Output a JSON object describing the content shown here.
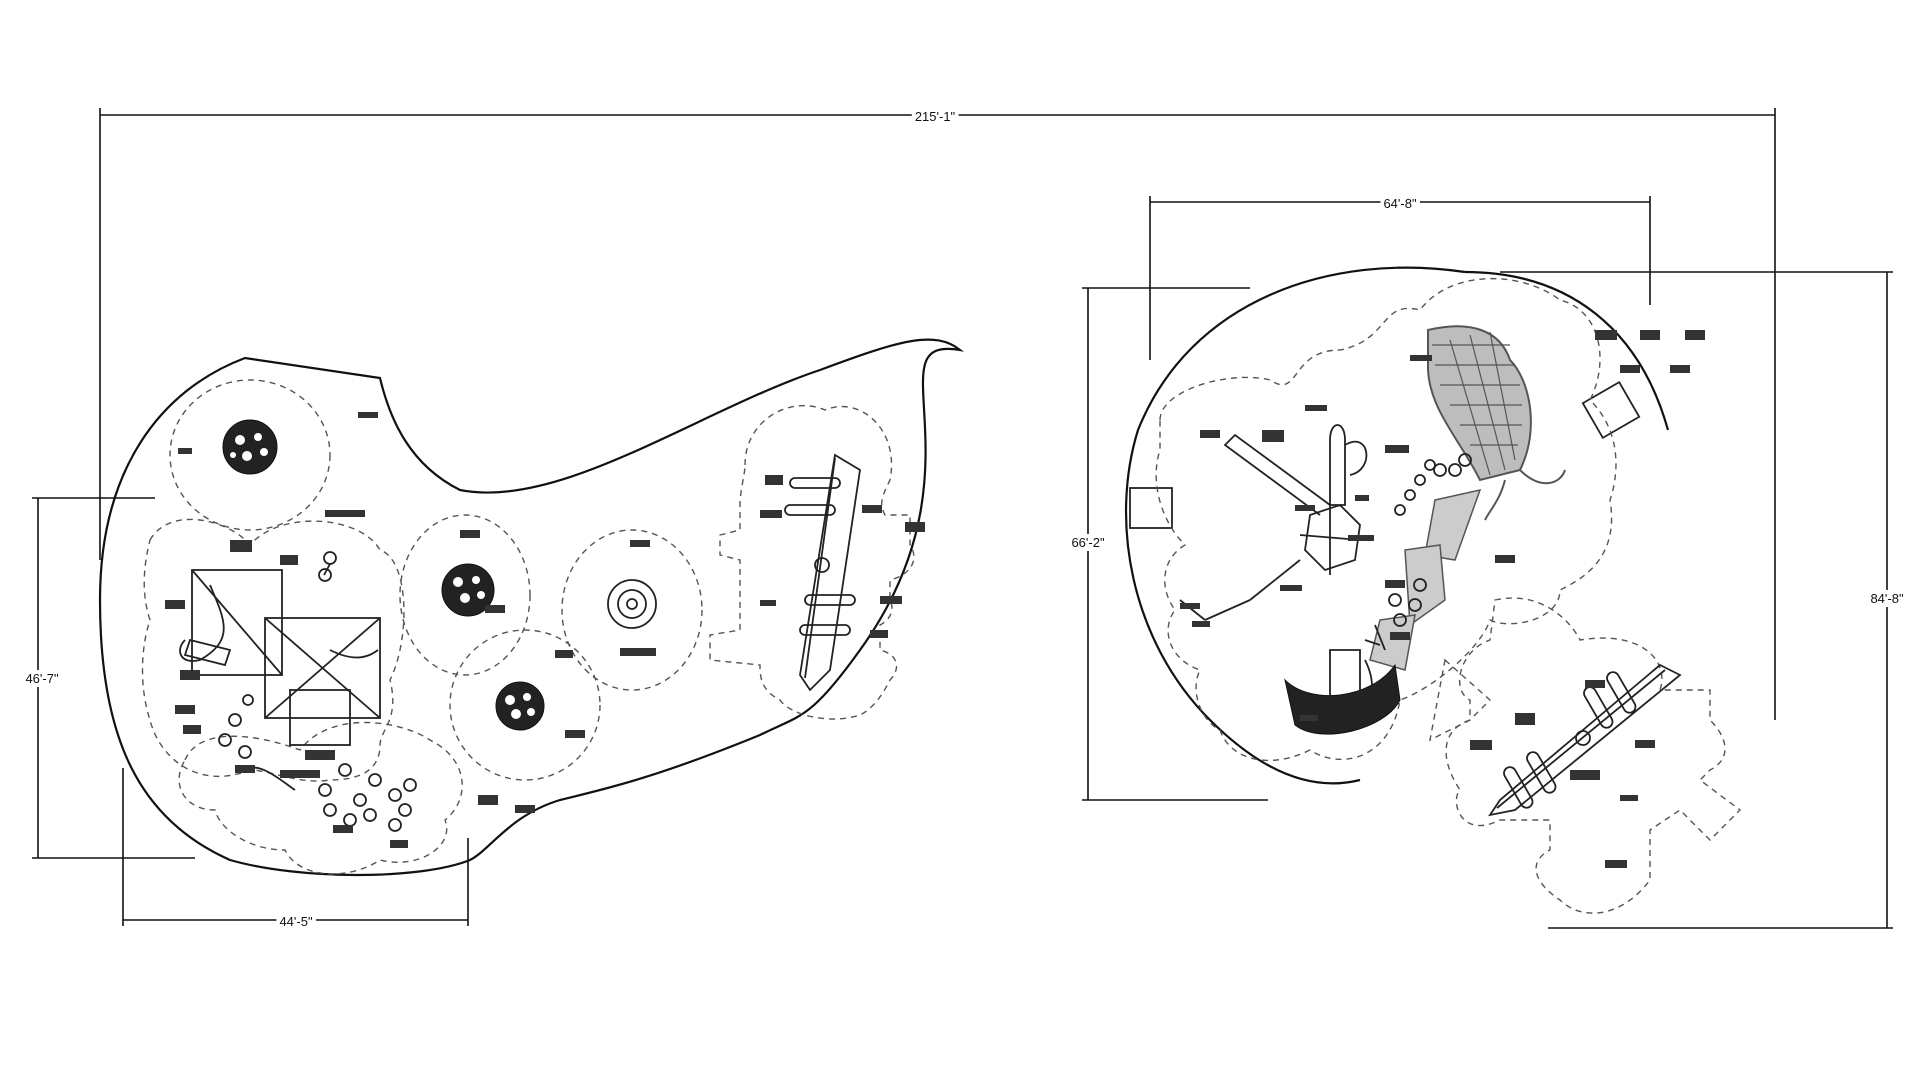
{
  "dimensions": {
    "overall_width": "215'-1\"",
    "right_width": "64'-8\"",
    "left_height": "46'-7\"",
    "left_width": "44'-5\"",
    "right_height_inner": "66'-2\"",
    "right_height_outer": "84'-8\""
  },
  "colors": {
    "linework": "#111111",
    "dashed_zone": "#555555",
    "equipment_grey": "#777777"
  }
}
